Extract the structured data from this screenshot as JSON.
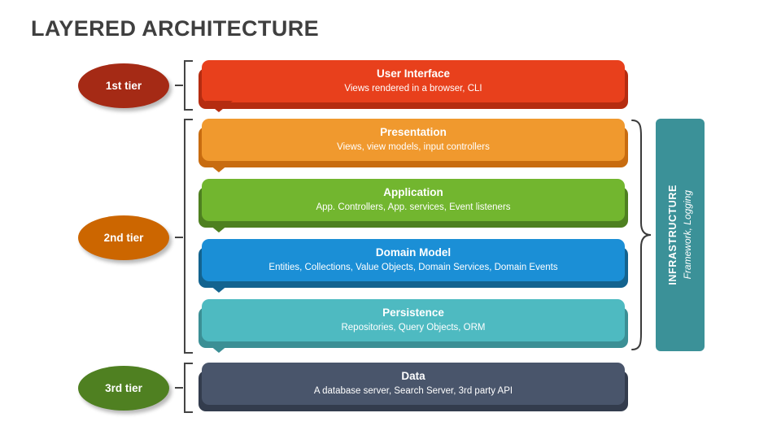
{
  "page": {
    "title": "LAYERED ARCHITECTURE",
    "background": "#FFFFFF",
    "title_color": "#3F3F3F"
  },
  "tiers": [
    {
      "label": "1st tier",
      "color": "#A52A15",
      "name": "tier-1"
    },
    {
      "label": "2nd tier",
      "color": "#CC6600",
      "name": "tier-2"
    },
    {
      "label": "3rd tier",
      "color": "#4F8021",
      "name": "tier-3"
    }
  ],
  "layers": [
    {
      "name": "user-interface",
      "title": "User Interface",
      "subtitle": "Views rendered in a browser, CLI",
      "face_color": "#E8401C",
      "shadow_color": "#B52C10",
      "tier": "1st tier"
    },
    {
      "name": "presentation",
      "title": "Presentation",
      "subtitle": "Views, view models, input controllers",
      "face_color": "#F0992E",
      "shadow_color": "#C86C10",
      "tier": "2nd tier"
    },
    {
      "name": "application",
      "title": "Application",
      "subtitle": "App. Controllers, App. services, Event listeners",
      "face_color": "#72B62F",
      "shadow_color": "#4E8020",
      "tier": "2nd tier"
    },
    {
      "name": "domain-model",
      "title": "Domain Model",
      "subtitle": "Entities, Collections, Value Objects, Domain Services, Domain Events",
      "face_color": "#1B8FD6",
      "shadow_color": "#13638F",
      "tier": "2nd tier"
    },
    {
      "name": "persistence",
      "title": "Persistence",
      "subtitle": "Repositories, Query Objects, ORM",
      "face_color": "#4EBAC1",
      "shadow_color": "#3B8F95",
      "tier": "2nd tier"
    },
    {
      "name": "data",
      "title": "Data",
      "subtitle": "A database server, Search Server, 3rd party API",
      "face_color": "#49556B",
      "shadow_color": "#333C4D",
      "tier": "3rd tier"
    }
  ],
  "infrastructure": {
    "title": "INFRASTRUCTURE",
    "subtitle": "Framework, Logging",
    "color": "#3B9198"
  },
  "connectors": {
    "count": 5,
    "shape": "down-chevron",
    "colors": [
      "#B52C10",
      "#C86C10",
      "#4E8020",
      "#13638F",
      "#3B8F95"
    ]
  },
  "brackets": {
    "color": "#444444",
    "groups": [
      {
        "name": "bracket-tier-1",
        "spans": [
          "User Interface"
        ]
      },
      {
        "name": "bracket-tier-2",
        "spans": [
          "Presentation",
          "Application",
          "Domain Model",
          "Persistence"
        ]
      },
      {
        "name": "bracket-tier-3",
        "spans": [
          "Data"
        ]
      }
    ]
  }
}
